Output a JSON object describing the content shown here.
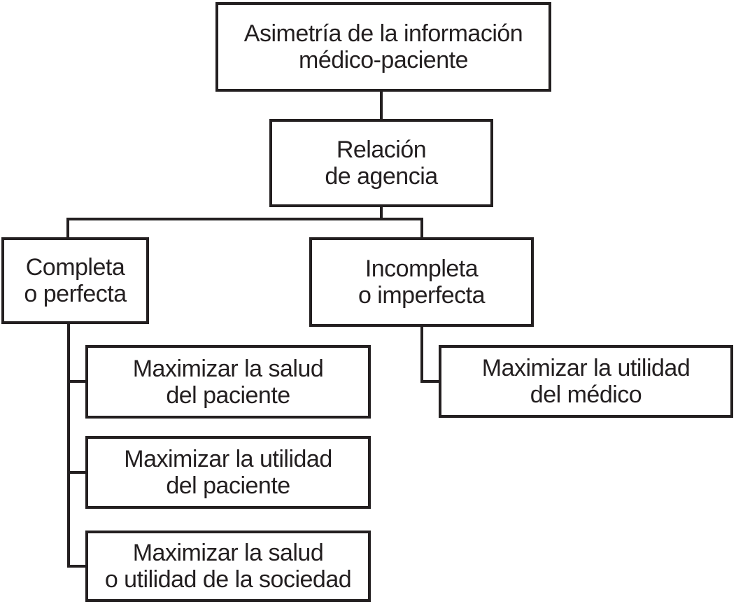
{
  "diagram": {
    "type": "flowchart",
    "language": "es",
    "nodes": [
      {
        "id": "asimetria-informacion",
        "label": "Asimetría de la información\nmédico-paciente"
      },
      {
        "id": "relacion-agencia",
        "label": "Relación\nde agencia"
      },
      {
        "id": "completa-perfecta",
        "label": "Completa\no perfecta"
      },
      {
        "id": "incompleta-imperfecta",
        "label": "Incompleta\no imperfecta"
      },
      {
        "id": "maximizar-salud-paciente",
        "label": "Maximizar la salud\ndel paciente"
      },
      {
        "id": "maximizar-utilidad-paciente",
        "label": "Maximizar la utilidad\ndel paciente"
      },
      {
        "id": "maximizar-salud-sociedad",
        "label": "Maximizar la salud\no utilidad de la sociedad"
      },
      {
        "id": "maximizar-utilidad-medico",
        "label": "Maximizar la utilidad\ndel médico"
      }
    ],
    "edges": [
      {
        "from": "asimetria-informacion",
        "to": "relacion-agencia"
      },
      {
        "from": "relacion-agencia",
        "to": "completa-perfecta"
      },
      {
        "from": "relacion-agencia",
        "to": "incompleta-imperfecta"
      },
      {
        "from": "completa-perfecta",
        "to": "maximizar-salud-paciente"
      },
      {
        "from": "completa-perfecta",
        "to": "maximizar-utilidad-paciente"
      },
      {
        "from": "completa-perfecta",
        "to": "maximizar-salud-sociedad"
      },
      {
        "from": "incompleta-imperfecta",
        "to": "maximizar-utilidad-medico"
      }
    ],
    "colors": {
      "line": "#231f20",
      "text": "#231f20",
      "box_fill": "#ffffff",
      "background": "#ffffff"
    }
  }
}
